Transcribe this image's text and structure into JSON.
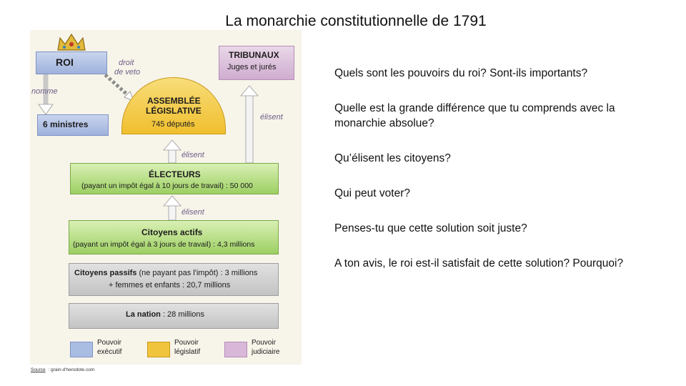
{
  "title": "La monarchie constitutionnelle de 1791",
  "diagram": {
    "roi": "ROI",
    "droit_de_veto": [
      "droit",
      "de veto"
    ],
    "nomme": "nomme",
    "ministres": "6 ministres",
    "tribunaux": "TRIBUNAUX",
    "juges_et_jures": "Juges et jurés",
    "assemblee_title": [
      "ASSEMBLÉE",
      "LÉGISLATIVE"
    ],
    "deputes": "745 députés",
    "elisent_right": "élisent",
    "elisent_1": "élisent",
    "electeurs_title": "ÉLECTEURS",
    "electeurs_detail": "(payant un impôt égal à 10 jours de travail) : 50 000",
    "elisent_2": "élisent",
    "citoyens_actifs_title": "Citoyens actifs",
    "citoyens_actifs_detail": "(payant un impôt égal à 3 jours de travail) : 4,3 millions",
    "citoyens_passifs_title": "Citoyens passifs",
    "citoyens_passifs_detail_1": " (ne payant pas l'impôt) : 3 millions",
    "citoyens_passifs_detail_2": "+ femmes et enfants : 20,7 millions",
    "nation_title": "La nation",
    "nation_detail": " : 28 millions",
    "legend": [
      {
        "line1": "Pouvoir",
        "line2": "exécutif",
        "color": "#a9bde3"
      },
      {
        "line1": "Pouvoir",
        "line2": "législatif",
        "color": "#f0c43c"
      },
      {
        "line1": "Pouvoir",
        "line2": "judiciaire",
        "color": "#d9b7d9"
      }
    ]
  },
  "questions": [
    "Quels sont les pouvoirs du roi? Sont-ils importants?",
    "Quelle est la grande différence que tu comprends avec la monarchie absolue?",
    "Qu’élisent les citoyens?",
    "Qui peut voter?",
    "Penses-tu que cette solution soit juste?",
    "A ton avis, le roi est-il satisfait de cette solution? Pourquoi?"
  ],
  "source": {
    "label": "Source",
    "text": "  : grain-d'herodote.com"
  }
}
